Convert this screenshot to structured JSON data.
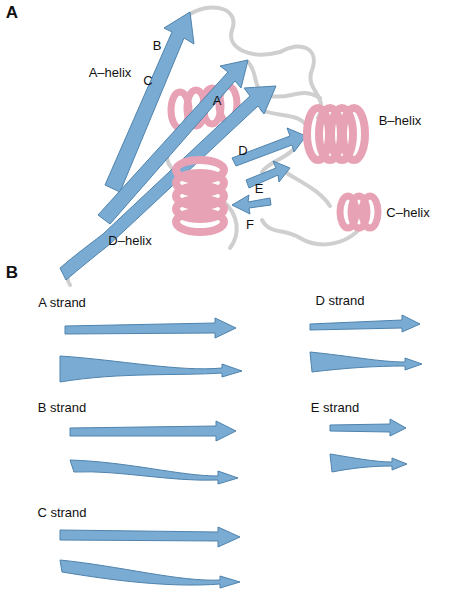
{
  "diagram": {
    "labels": [
      "A",
      "B",
      "A–helix",
      "C",
      "A",
      "B–helix",
      "D",
      "E",
      "F",
      "D–helix",
      "C–helix",
      "B",
      "A strand",
      "D strand",
      "B strand",
      "E strand",
      "C strand"
    ]
  }
}
